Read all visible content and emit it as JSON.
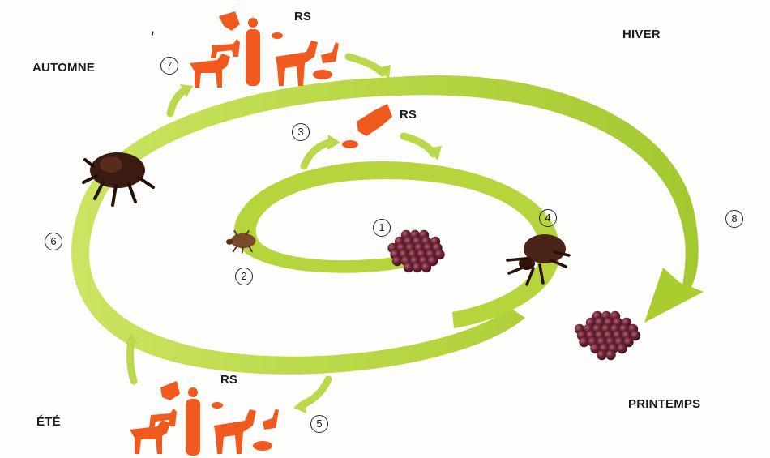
{
  "seasons": {
    "autumn": "AUTOMNE",
    "winter": "HIVER",
    "summer": "ÉTÉ",
    "spring": "PRINTEMPS"
  },
  "host_label": "RS",
  "stray_mark": ",",
  "steps": [
    "1",
    "2",
    "3",
    "4",
    "5",
    "6",
    "7",
    "8"
  ],
  "colors": {
    "spiral": "#b7d83a",
    "spiral_light": "#e3f0a0",
    "hosts": "#f05a1e",
    "eggs": "#5c1f2e",
    "tick": "#3a1f14"
  }
}
